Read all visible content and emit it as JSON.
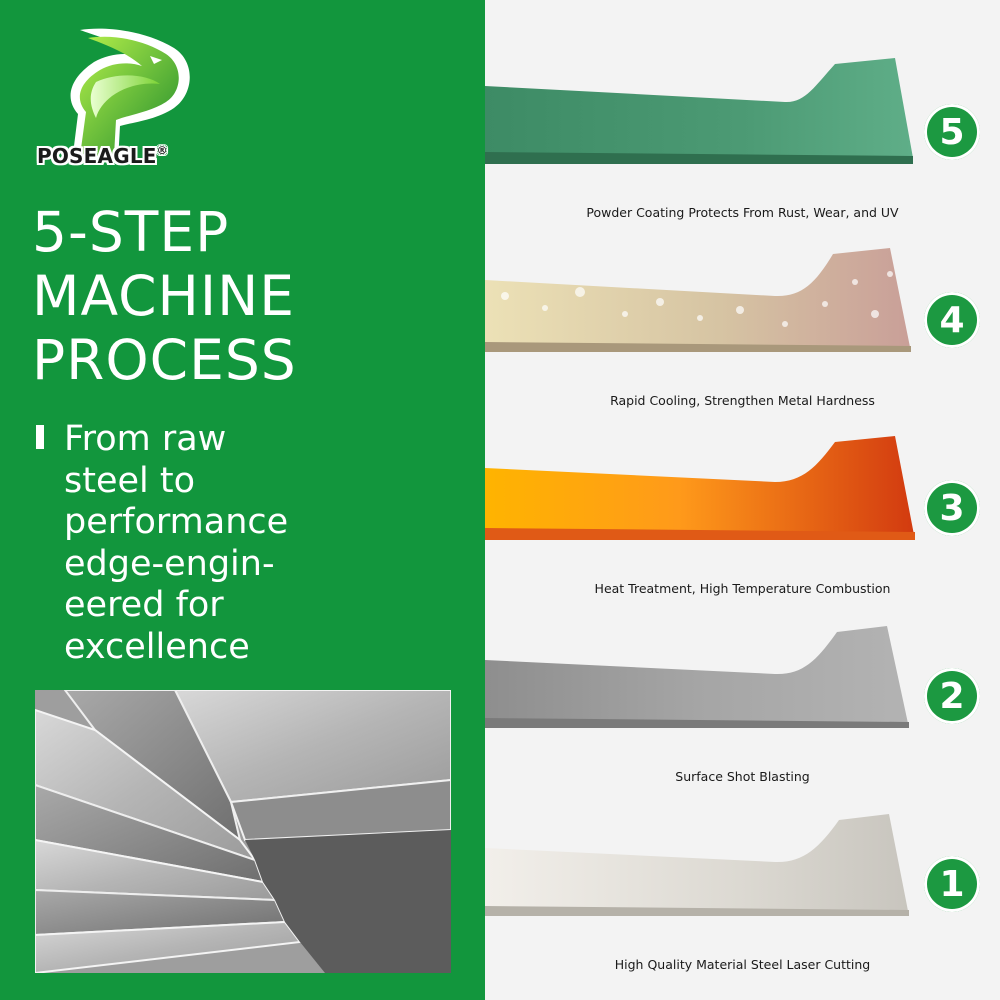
{
  "brand": {
    "name": "POSEAGLE",
    "registered": "®",
    "colors": {
      "panel_green": "#12963d",
      "badge_green": "#1c9941",
      "logo_light_green": "#7cd334",
      "logo_dark_green": "#1f8b2c"
    }
  },
  "heading": [
    "5-STEP",
    "MACHINE",
    "PROCESS"
  ],
  "subheading": "From raw\nsteel to\nperformance\nedge-engin-\neered for\nexcellence",
  "images": {
    "raw_steel": "stacked raw steel sheets"
  },
  "steps": [
    {
      "number": "5",
      "caption": "Powder Coating Protects From Rust, Wear, and UV",
      "blade_finish": "green-powder-coat"
    },
    {
      "number": "4",
      "caption": "Rapid Cooling, Strengthen Metal Hardness",
      "blade_finish": "water-droplets"
    },
    {
      "number": "3",
      "caption": "Heat Treatment, High Temperature Combustion",
      "blade_finish": "glowing-hot"
    },
    {
      "number": "2",
      "caption": "Surface Shot Blasting",
      "blade_finish": "textured-grey"
    },
    {
      "number": "1",
      "caption": "High Quality Material Steel Laser Cutting",
      "blade_finish": "polished-silver"
    }
  ]
}
